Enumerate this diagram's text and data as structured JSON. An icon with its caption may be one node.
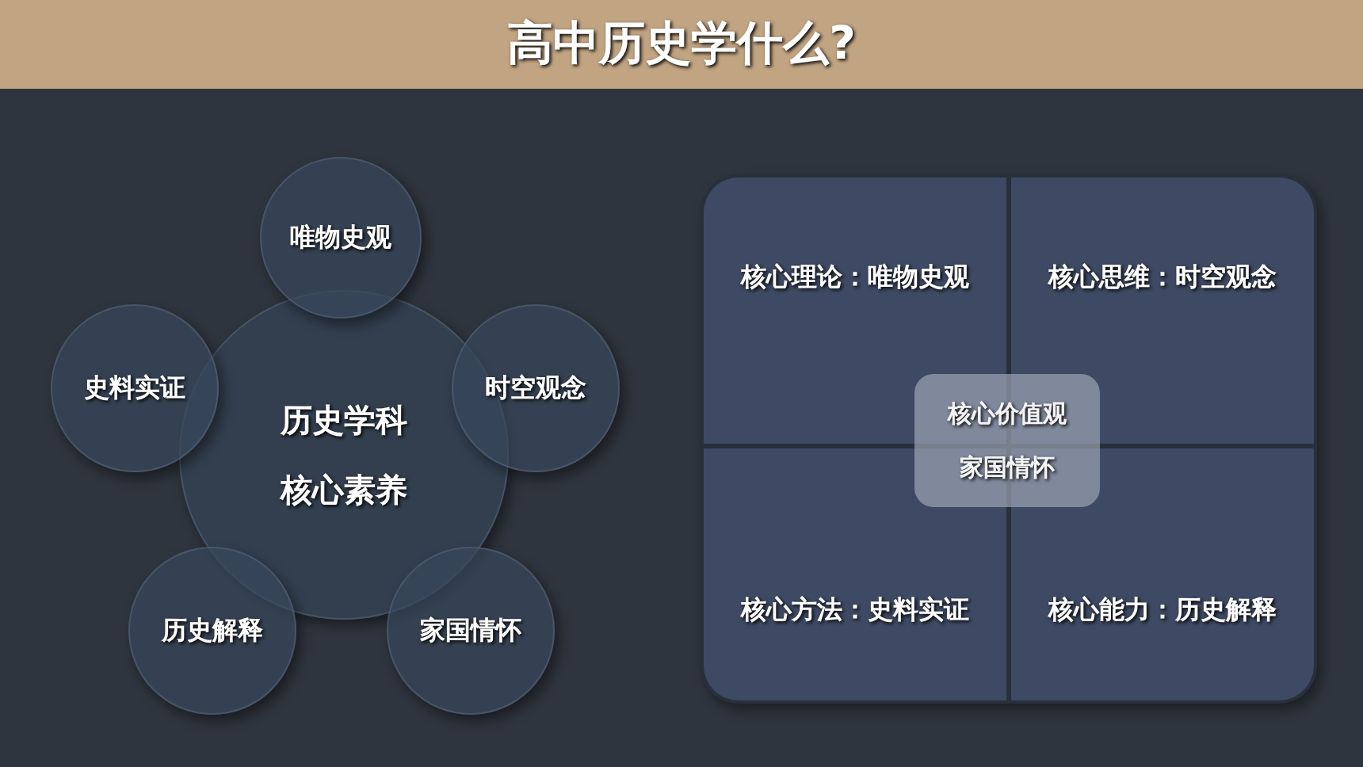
{
  "diagram": {
    "title": "高中历史学什么?",
    "nodes": [
      {
        "text": [
          "唯物史观"
        ]
      },
      {
        "text": [
          "史料实证"
        ]
      },
      {
        "text": [
          "历史学科核心素养"
        ]
      },
      {
        "text": [
          "时空观念"
        ]
      },
      {
        "text": [
          "历史解释"
        ]
      },
      {
        "text": [
          "家国情怀"
        ]
      },
      {
        "text": [],
        "shape": "box"
      },
      {
        "text": [
          "核心理论：唯物史观"
        ],
        "in": 6
      },
      {
        "text": [
          "核心思维：时空观念"
        ],
        "in": 6
      },
      {
        "text": [
          "核心价值观",
          "家国情怀"
        ],
        "in": 6
      },
      {
        "text": [
          "核心方法：史料实证"
        ],
        "in": 6
      },
      {
        "text": [
          "核心能力：历史解释"
        ],
        "in": 6
      }
    ]
  }
}
